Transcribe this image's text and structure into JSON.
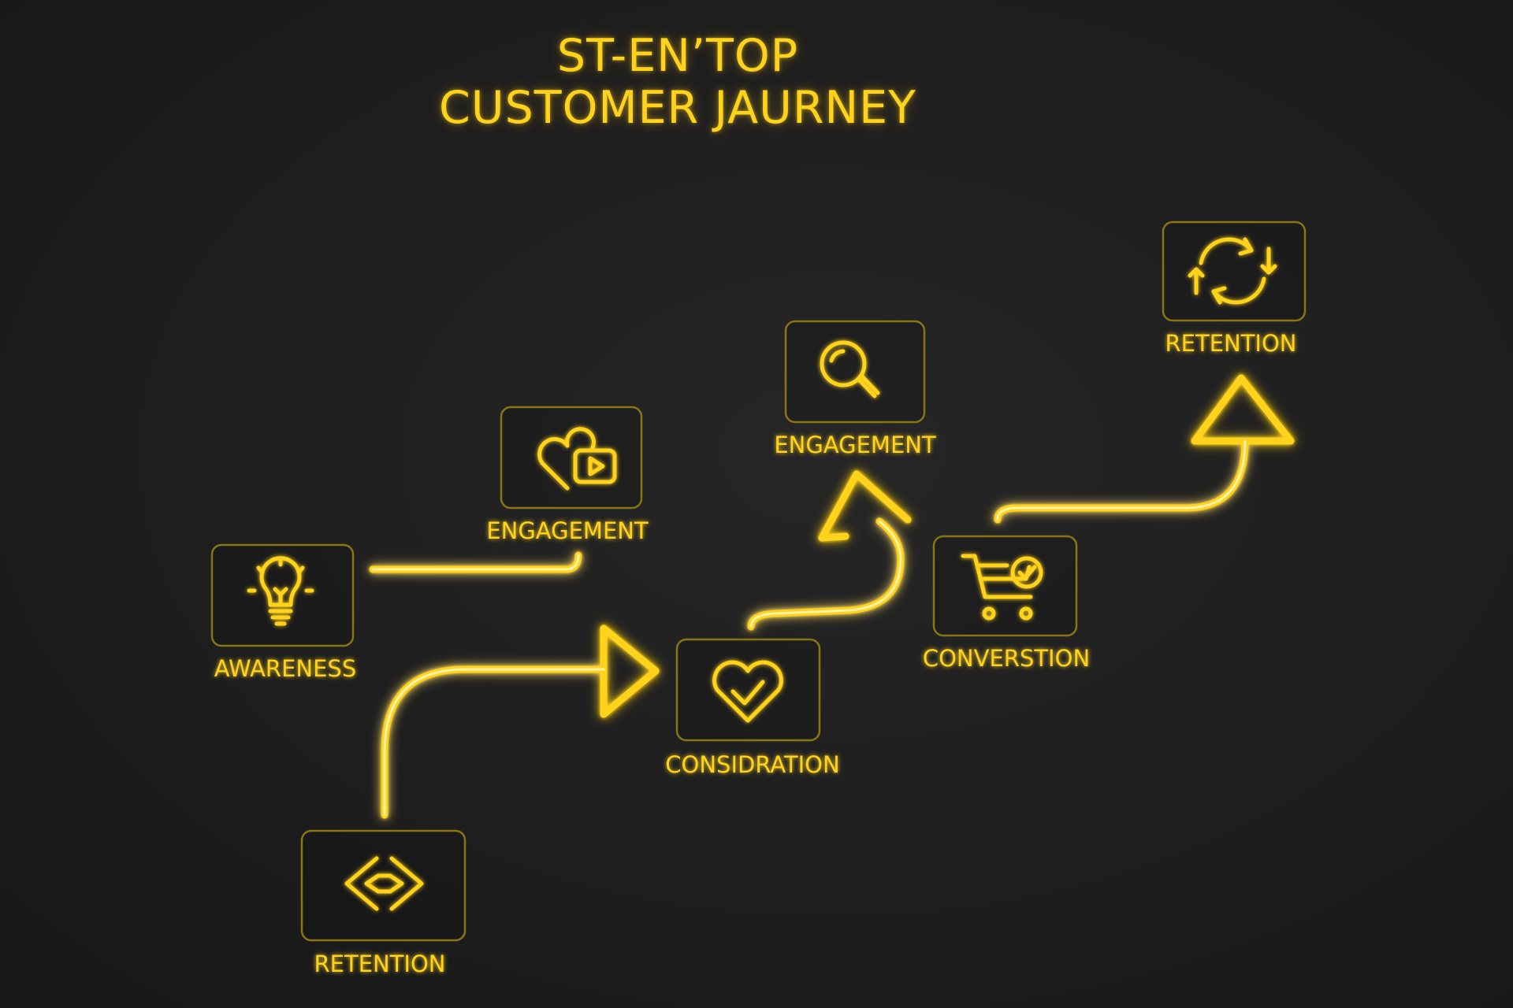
{
  "title": {
    "line1": "ST-EN’TOP",
    "line2": "CUSTOMER JAURNEY"
  },
  "accent_color": "#ffd21c",
  "background_color": "#1d1d1d",
  "stages": [
    {
      "label": "AWARENESS",
      "icon": "lightbulb-icon"
    },
    {
      "label": "ENGAGEMENT",
      "icon": "heart-video-icon"
    },
    {
      "label": "RETENTION",
      "icon": "exchange-arrows-icon"
    },
    {
      "label": "CONSIDRATION",
      "icon": "heart-check-icon"
    },
    {
      "label": "ENGAGEMENT",
      "icon": "magnifier-icon"
    },
    {
      "label": "CONVERSTION",
      "icon": "cart-check-icon"
    },
    {
      "label": "RETENTION",
      "icon": "cycle-arrows-icon"
    }
  ]
}
